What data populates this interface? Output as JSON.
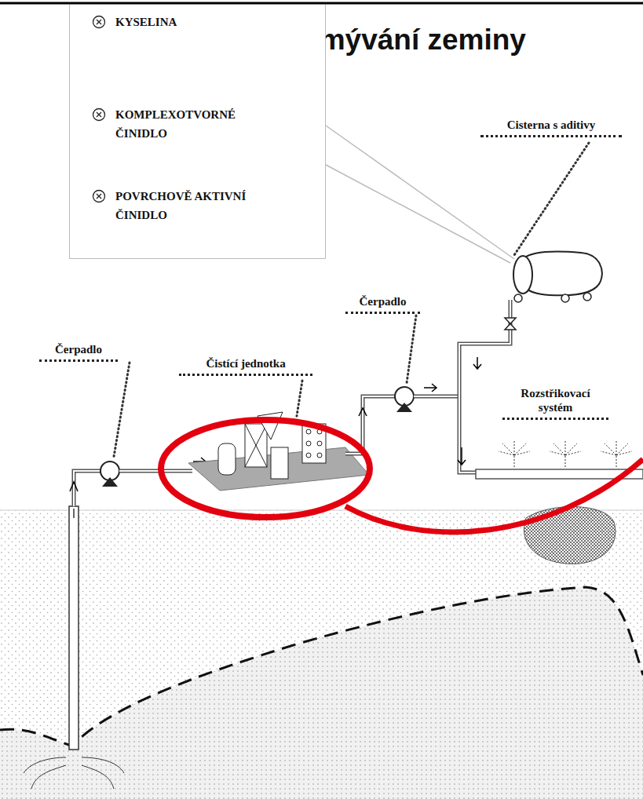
{
  "diagram": {
    "title": "Promývání zeminy",
    "nodes": [
      {
        "text": [
          "KYSELINA",
          "KOMPLEXOTVORNÉ ČINIDLO",
          "POVRCHOVĚ AKTIVNÍ ČINIDLO"
        ]
      }
    ],
    "labels": [
      "Cisterna s aditivy",
      "Čerpadlo",
      "Čistící jednotka",
      "Čerpadlo",
      "Rozstřikovací systém"
    ]
  }
}
